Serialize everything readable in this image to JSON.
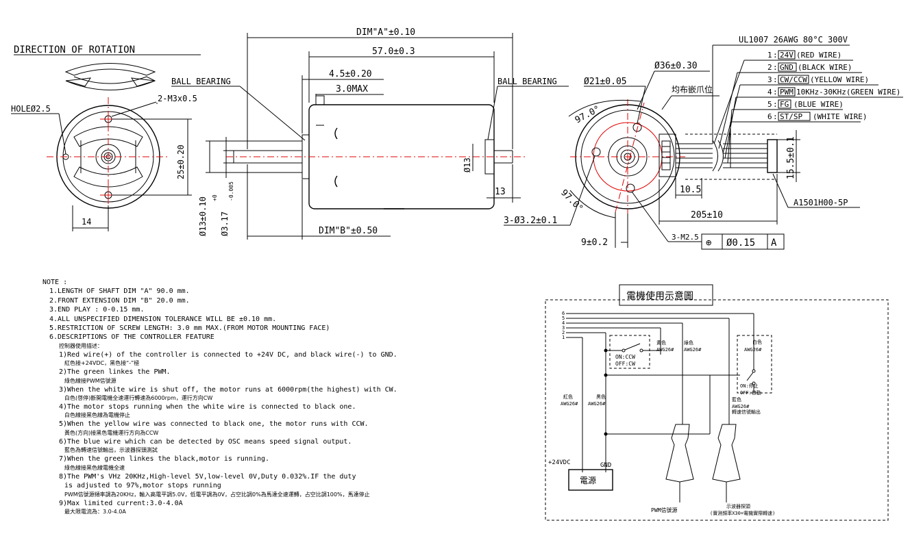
{
  "rotation": {
    "title": "DIRECTION OF ROTATION"
  },
  "front_view": {
    "hole": "HOLEØ2.5",
    "screws": "2-M3x0.5",
    "width_dim": "14",
    "height_dim": "25±0.20"
  },
  "side_view": {
    "dim_a": "DIM\"A\"±0.10",
    "dim_b": "DIM\"B\"±0.50",
    "length": "57.0±0.3",
    "ext": "4.5±0.20",
    "max": "3.0MAX",
    "ball_bearing_left": "BALL BEARING",
    "ball_bearing_right": "BALL BEARING",
    "boss_dia": "Ø13±0.10",
    "shaft_dia": "Ø3.17",
    "shaft_tol_plus": "+0",
    "shaft_tol_minus": "-0.005",
    "inner_dia": "Ø13",
    "rear": "13"
  },
  "rear_view": {
    "d21": "Ø21±0.05",
    "d36": "Ø36±0.30",
    "claw_note": "均布嵌爪位",
    "angle1": "97.0°",
    "angle2": "97.0°",
    "holes": "3-Ø3.2±0.1",
    "m25": "3-M2.5",
    "offset": "9±0.2",
    "tol_symbol": "⊕",
    "tol_value": "Ø0.15",
    "tol_datum": "A",
    "cable_len": "205±10",
    "conn_w": "10.5",
    "conn_h": "15.5±0.1",
    "connector": "A1501H00-5P"
  },
  "wires": {
    "spec": "UL1007 26AWG 80°C 300V",
    "items": [
      {
        "n": "1",
        "code": "24V",
        "desc": "(RED WIRE)"
      },
      {
        "n": "2",
        "code": "GND",
        "desc": "(BLACK WIRE)"
      },
      {
        "n": "3",
        "code": "CW/CCW",
        "desc": "(YELLOW WIRE)"
      },
      {
        "n": "4",
        "code": "PWM",
        "desc": "10KHz-30KHz(GREEN WIRE)"
      },
      {
        "n": "5",
        "code": "FG",
        "desc": "(BLUE WIRE)"
      },
      {
        "n": "6",
        "code": "ST/SP",
        "desc": "(WHITE WIRE)"
      }
    ]
  },
  "notes": {
    "title": "NOTE :",
    "l1": "1.LENGTH OF SHAFT DIM \"A\" 90.0 mm.",
    "l2": "2.FRONT EXTENSION DIM \"B\" 20.0 mm.",
    "l3": "3.END PLAY : 0-0.15 mm.",
    "l4": "4.ALL UNSPECIFIED DIMENSION TOLERANCE WILL BE ±0.10 mm.",
    "l5": "5.RESTRICTION OF SCREW LENGTH: 3.0 mm MAX.(FROM MOTOR MOUNTING FACE)",
    "l6": "6.DESCRIPTIONS OF THE CONTROLLER FEATURE",
    "l6c": "控制器使用描述：",
    "d1": "1)Red wire(+) of the controller is connected to +24V DC, and black wire(-) to GND.",
    "d1c": "紅色接+24VDC，黑色接“-”極",
    "d2": "2)The green linkes the PWM.",
    "d2c": "綠色線接PWM信號源",
    "d3": "3)When the white wire is shut off, the motor runs at 6000rpm(the highest) with CW.",
    "d3c": "白色(啓停)斷開電機全速運行轉速為6000rpm，運行方向CW",
    "d4": "4)The motor stops running when the white wire is connected to black one.",
    "d4c": "白色線接黑色線為電機停止",
    "d5": "5)When the yellow wire was connected to black one, the motor runs with CCW.",
    "d5c": "黃色(方向)接黑色電機運行方向為CCW",
    "d6": "6)The blue wire which can be detected by OSC means speed signal output.",
    "d6c": "藍色為轉速信號輸出，示波器探頭測試",
    "d7": "7)When the green linkes the black,motor is running.",
    "d7c": "綠色線接黑色線電機全速",
    "d8": "8)The PWM's VHz 20KHz,High-level 5V,low-level 0V,Duty 0.032%.IF the duty",
    "d8b": "is adjusted to 97%,motor stops running",
    "d8c": "PWM信號源頻率調為20KHz，輸入高電平調5.0V，低電平調為0V，占空比調0%為馬達全速運轉，占空比調100%，馬達停止",
    "d9": "9)Max limited current:3.0-4.0A",
    "d9c": "最大限電流為：3.0-4.0A"
  },
  "schematic": {
    "title": "電機使用示意圖",
    "pins": [
      "6",
      "5",
      "4",
      "3",
      "2",
      "1"
    ],
    "yellow": "黃色",
    "yellow_awg": "AWG26#",
    "green": "綠色",
    "green_awg": "AWG26#",
    "sw1_on": "ON:CCW",
    "sw1_off": "OFF:CW",
    "white": "白色",
    "white_awg": "AWG26#",
    "sw2_on": "ON:停止",
    "sw2_off": "OFF:啓動",
    "red": "紅色",
    "red_awg": "AWG26#",
    "black": "黑色",
    "black_awg": "AWG26#",
    "blue": "藍色",
    "blue_awg": "AWG26#",
    "blue_note": "轉速信號輸出",
    "vdc": "+24VDC",
    "gnd": "GND",
    "power": "電源",
    "pwm": "PWM信號源",
    "probe": "示波器探頭",
    "probe_note": "(實測頻率X30=電機實際轉速)"
  }
}
